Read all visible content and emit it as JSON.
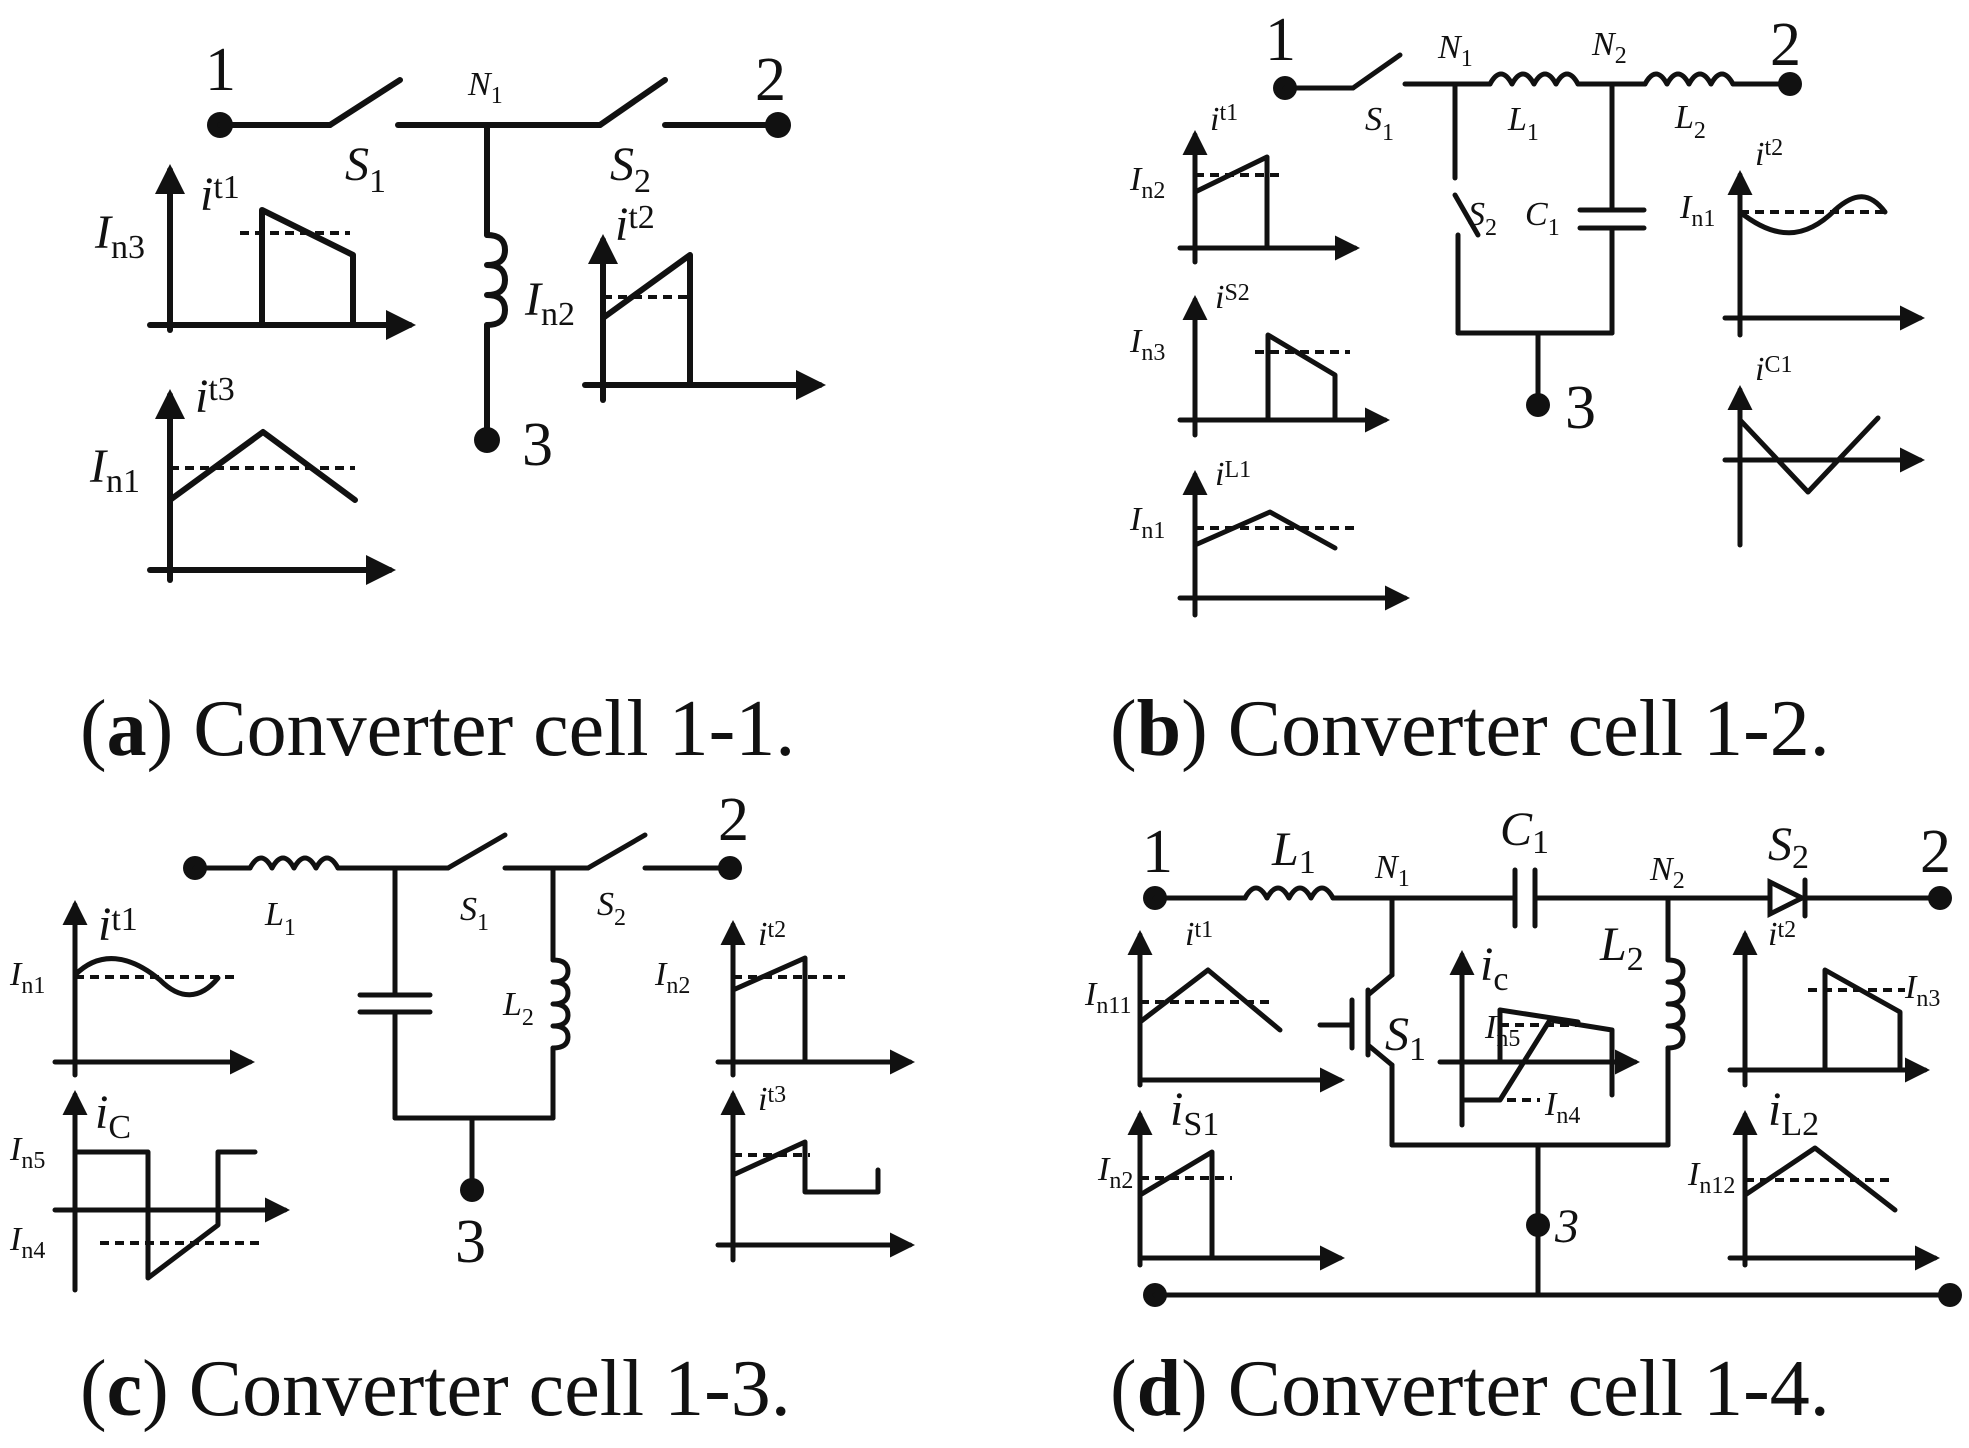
{
  "panels": {
    "a": {
      "caption_letter": "a",
      "caption_text": " Converter cell 1-1.",
      "port1": "1",
      "port2": "2",
      "port3": "3",
      "node_n1": "N",
      "node_n1_sub": "1",
      "s1": "S",
      "s1_sub": "1",
      "s2": "S",
      "s2_sub": "2",
      "it1": "i",
      "it1_sub": "t1",
      "it2": "i",
      "it2_sub": "t2",
      "it3": "i",
      "it3_sub": "t3",
      "in3": "I",
      "in3_sub": "n3",
      "in2": "I",
      "in2_sub": "n2",
      "in1": "I",
      "in1_sub": "n1"
    },
    "b": {
      "caption_letter": "b",
      "caption_text": " Converter cell 1-2.",
      "port1": "1",
      "port2": "2",
      "port3": "3",
      "node_n1": "N",
      "node_n1_sub": "1",
      "node_n2": "N",
      "node_n2_sub": "2",
      "s1": "S",
      "s1_sub": "1",
      "s2": "S",
      "s2_sub": "2",
      "l1": "L",
      "l1_sub": "1",
      "l2": "L",
      "l2_sub": "2",
      "c1": "C",
      "c1_sub": "1",
      "it1": "i",
      "it1_sub": "t1",
      "it2": "i",
      "it2_sub": "t2",
      "is2": "i",
      "is2_sub": "S2",
      "il1": "i",
      "il1_sub": "L1",
      "ic1": "i",
      "ic1_sub": "C1",
      "in2": "I",
      "in2_sub": "n2",
      "in3": "I",
      "in3_sub": "n3",
      "in1": "I",
      "in1_sub": "n1",
      "in1_right": "I",
      "in1_right_sub": "n1"
    },
    "c": {
      "caption_letter": "c",
      "caption_text": " Converter cell 1-3.",
      "port2": "2",
      "port3": "3",
      "l1": "L",
      "l1_sub": "1",
      "l2": "L",
      "l2_sub": "2",
      "s1": "S",
      "s1_sub": "1",
      "s2": "S",
      "s2_sub": "2",
      "it1": "i",
      "it1_sub": "t1",
      "ic": "i",
      "ic_sub": "C",
      "it2": "i",
      "it2_sub": "t2",
      "it3": "i",
      "it3_sub": "t3",
      "in1": "I",
      "in1_sub": "n1",
      "in5": "I",
      "in5_sub": "n5",
      "in4": "I",
      "in4_sub": "n4",
      "in2": "I",
      "in2_sub": "n2"
    },
    "d": {
      "caption_letter": "d",
      "caption_text": " Converter cell 1-4.",
      "port1": "1",
      "port2": "2",
      "port3": "3",
      "l1": "L",
      "l1_sub": "1",
      "l2": "L",
      "l2_sub": "2",
      "c1": "C",
      "c1_sub": "1",
      "node_n1": "N",
      "node_n1_sub": "1",
      "node_n2": "N",
      "node_n2_sub": "2",
      "s1": "S",
      "s1_sub": "1",
      "s2": "S",
      "s2_sub": "2",
      "it1": "i",
      "it1_sub": "t1",
      "ic": "i",
      "ic_sub": "c",
      "it2": "i",
      "it2_sub": "t2",
      "is1": "i",
      "is1_sub": "S1",
      "il2": "i",
      "il2_sub": "L2",
      "in11": "I",
      "in11_sub": "n11",
      "in5": "I",
      "in5_sub": "n5",
      "in4": "I",
      "in4_sub": "n4",
      "in3": "I",
      "in3_sub": "n3",
      "in2": "I",
      "in2_sub": "n2",
      "in12": "I",
      "in12_sub": "n12"
    }
  }
}
